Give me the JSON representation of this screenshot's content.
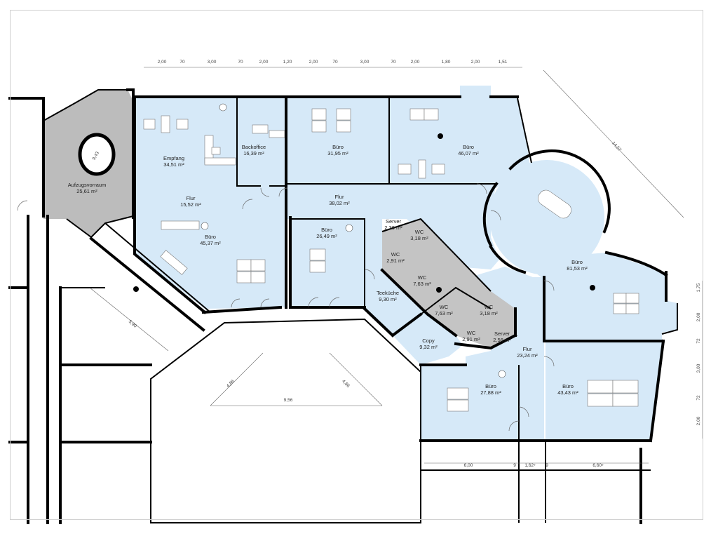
{
  "rooms": [
    {
      "id": "aufzug",
      "name": "Aufzugsvorraum",
      "area": "25,61 m²"
    },
    {
      "id": "empfang",
      "name": "Empfang",
      "area": "34,51 m²"
    },
    {
      "id": "backoffice",
      "name": "Backoffice",
      "area": "16,39 m²"
    },
    {
      "id": "buero1",
      "name": "Büro",
      "area": "31,95 m²"
    },
    {
      "id": "buero2",
      "name": "Büro",
      "area": "46,07 m²"
    },
    {
      "id": "flur1",
      "name": "Flur",
      "area": "15,52 m²"
    },
    {
      "id": "flur2",
      "name": "Flur",
      "area": "38,02 m²"
    },
    {
      "id": "buero3",
      "name": "Büro",
      "area": "45,37 m²"
    },
    {
      "id": "buero4",
      "name": "Büro",
      "area": "26,49 m²"
    },
    {
      "id": "server1",
      "name": "Server",
      "area": "2,30 m²"
    },
    {
      "id": "wc1",
      "name": "WC",
      "area": "3,18 m²"
    },
    {
      "id": "wc2",
      "name": "WC",
      "area": "2,91 m²"
    },
    {
      "id": "wc3",
      "name": "WC",
      "area": "7,63 m²"
    },
    {
      "id": "wc4",
      "name": "WC",
      "area": "7,63 m²"
    },
    {
      "id": "wc5",
      "name": "WC",
      "area": "3,18 m²"
    },
    {
      "id": "wc6",
      "name": "WC",
      "area": "2,91 m²"
    },
    {
      "id": "server2",
      "name": "Server",
      "area": "2,56 m²"
    },
    {
      "id": "teekueche",
      "name": "Teeküche",
      "area": "9,30 m²"
    },
    {
      "id": "copy",
      "name": "Copy",
      "area": "9,32 m²"
    },
    {
      "id": "buero5",
      "name": "Büro",
      "area": "81,53 m²"
    },
    {
      "id": "flur3",
      "name": "Flur",
      "area": "23,24 m²"
    },
    {
      "id": "buero6",
      "name": "Büro",
      "area": "27,88 m²"
    },
    {
      "id": "buero7",
      "name": "Büro",
      "area": "43,43 m²"
    }
  ],
  "dimensions_top": [
    "2,00",
    "70",
    "3,00",
    "70",
    "2,00",
    "1,20",
    "2,00",
    "70",
    "3,00",
    "70",
    "2,00",
    "1,80",
    "2,00",
    "1,51"
  ],
  "dimensions_right": [
    "1,75",
    "2,00",
    "72",
    "3,00",
    "72",
    "2,00"
  ],
  "dimensions_bottom": [
    "6,00",
    "9",
    "1,62⁵",
    "9",
    "6,60⁵"
  ],
  "dimensions_other": {
    "diagonal_right": "14,57",
    "stair_core": "9,43",
    "left_diagonal": "5,90",
    "octagon_width": "9,56",
    "octagon_left": "4,86",
    "octagon_right": "4,86"
  },
  "colors": {
    "room": "#d6e9f8",
    "core": "#bcbcbc",
    "wall": "#000000"
  }
}
